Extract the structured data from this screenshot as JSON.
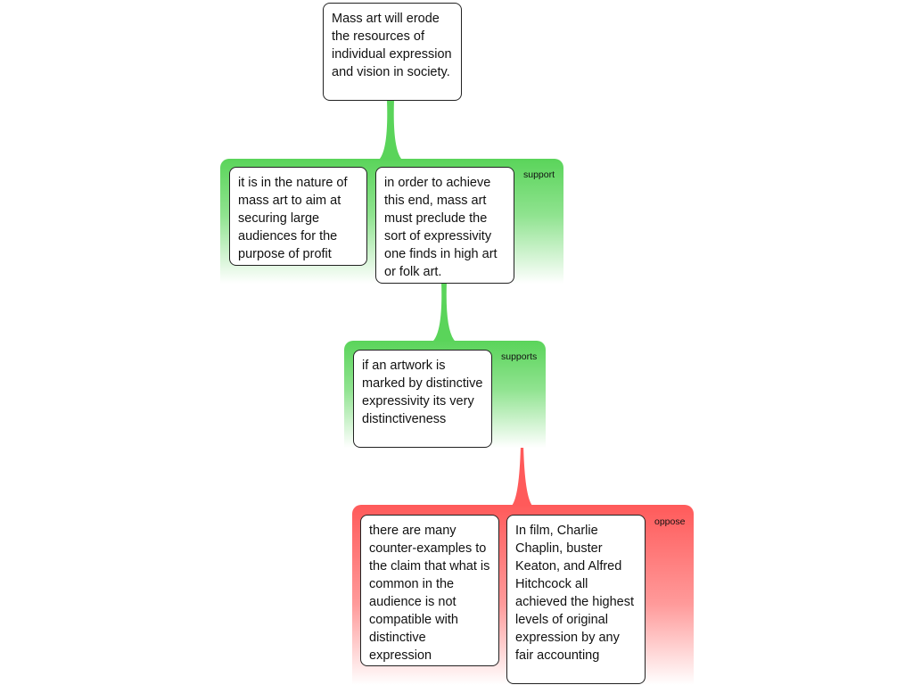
{
  "main_claim": "Mass art will erode the resources of individual expression and vision in society.",
  "groups": [
    {
      "label": "support",
      "type": "support",
      "boxes": [
        "it is in the nature of mass art to aim at securing large audiences for the purpose of profit",
        "in order to achieve this end, mass art must preclude the sort of expressivity one finds in high art or folk art."
      ]
    },
    {
      "label": "supports",
      "type": "support",
      "boxes": [
        "if an artwork is marked by distinctive expressivity its very distinctiveness"
      ]
    },
    {
      "label": "oppose",
      "type": "oppose",
      "boxes": [
        "there are many counter-examples to the claim that what is common in the audience is not compatible with distinctive expression",
        "In film, Charlie Chaplin, buster Keaton, and Alfred Hitchcock all achieved the highest levels of original expression by any fair accounting"
      ]
    }
  ],
  "colors": {
    "support": "#5ad45a",
    "oppose": "#ff5a5a",
    "box_border": "#222222"
  }
}
